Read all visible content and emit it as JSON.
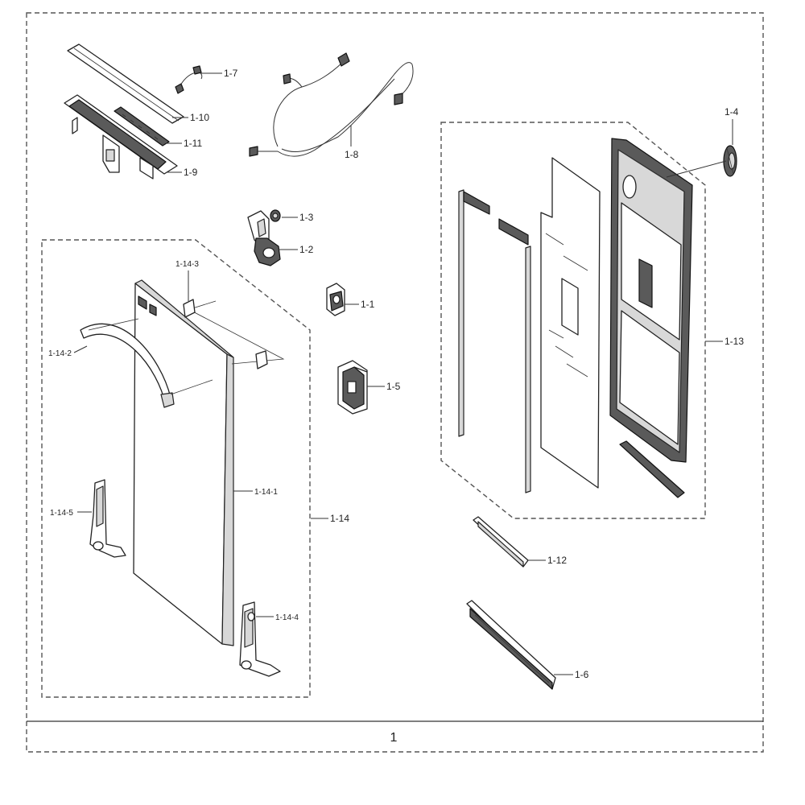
{
  "assembly": {
    "number": "1"
  },
  "labels": {
    "p1_1": "1-1",
    "p1_2": "1-2",
    "p1_3": "1-3",
    "p1_4": "1-4",
    "p1_5": "1-5",
    "p1_6": "1-6",
    "p1_7": "1-7",
    "p1_8": "1-8",
    "p1_9": "1-9",
    "p1_10": "1-10",
    "p1_11": "1-11",
    "p1_12": "1-12",
    "p1_13": "1-13",
    "p1_14": "1-14",
    "p1_14_1": "1-14-1",
    "p1_14_2": "1-14-2",
    "p1_14_3": "1-14-3",
    "p1_14_4": "1-14-4",
    "p1_14_5": "1-14-5"
  }
}
